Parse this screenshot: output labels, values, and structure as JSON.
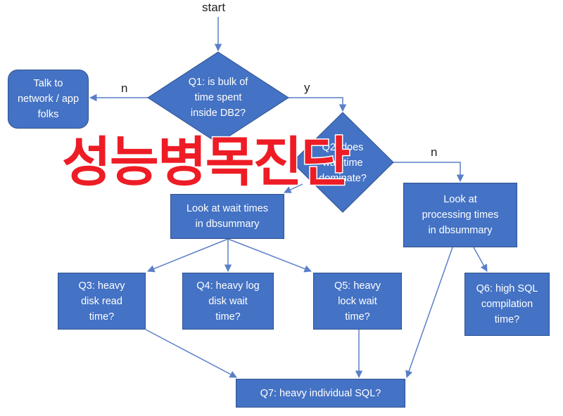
{
  "flow": {
    "start": "start",
    "q1": "Q1: is bulk of\ntime spent\ninside DB2?",
    "talk": "Talk to\nnetwork / app\nfolks",
    "q2": "Q2: does\nwait time\ndominate?",
    "look_wait": "Look at wait times\nin dbsummary",
    "look_proc": "Look at\nprocessing times\nin dbsummary",
    "q3": "Q3: heavy\ndisk read\ntime?",
    "q4": "Q4: heavy log\ndisk wait\ntime?",
    "q5": "Q5: heavy\nlock wait\ntime?",
    "q6": "Q6: high SQL\ncompilation\ntime?",
    "q7": "Q7: heavy individual SQL?",
    "label_n1": "n",
    "label_y1": "y",
    "label_n2": "n"
  },
  "overlay": {
    "title": "성능병목진단"
  },
  "colors": {
    "node_fill": "#4472c4",
    "node_border": "#2f528f",
    "arrow": "#5b7fc7",
    "overlay_text": "#ee1c25"
  }
}
